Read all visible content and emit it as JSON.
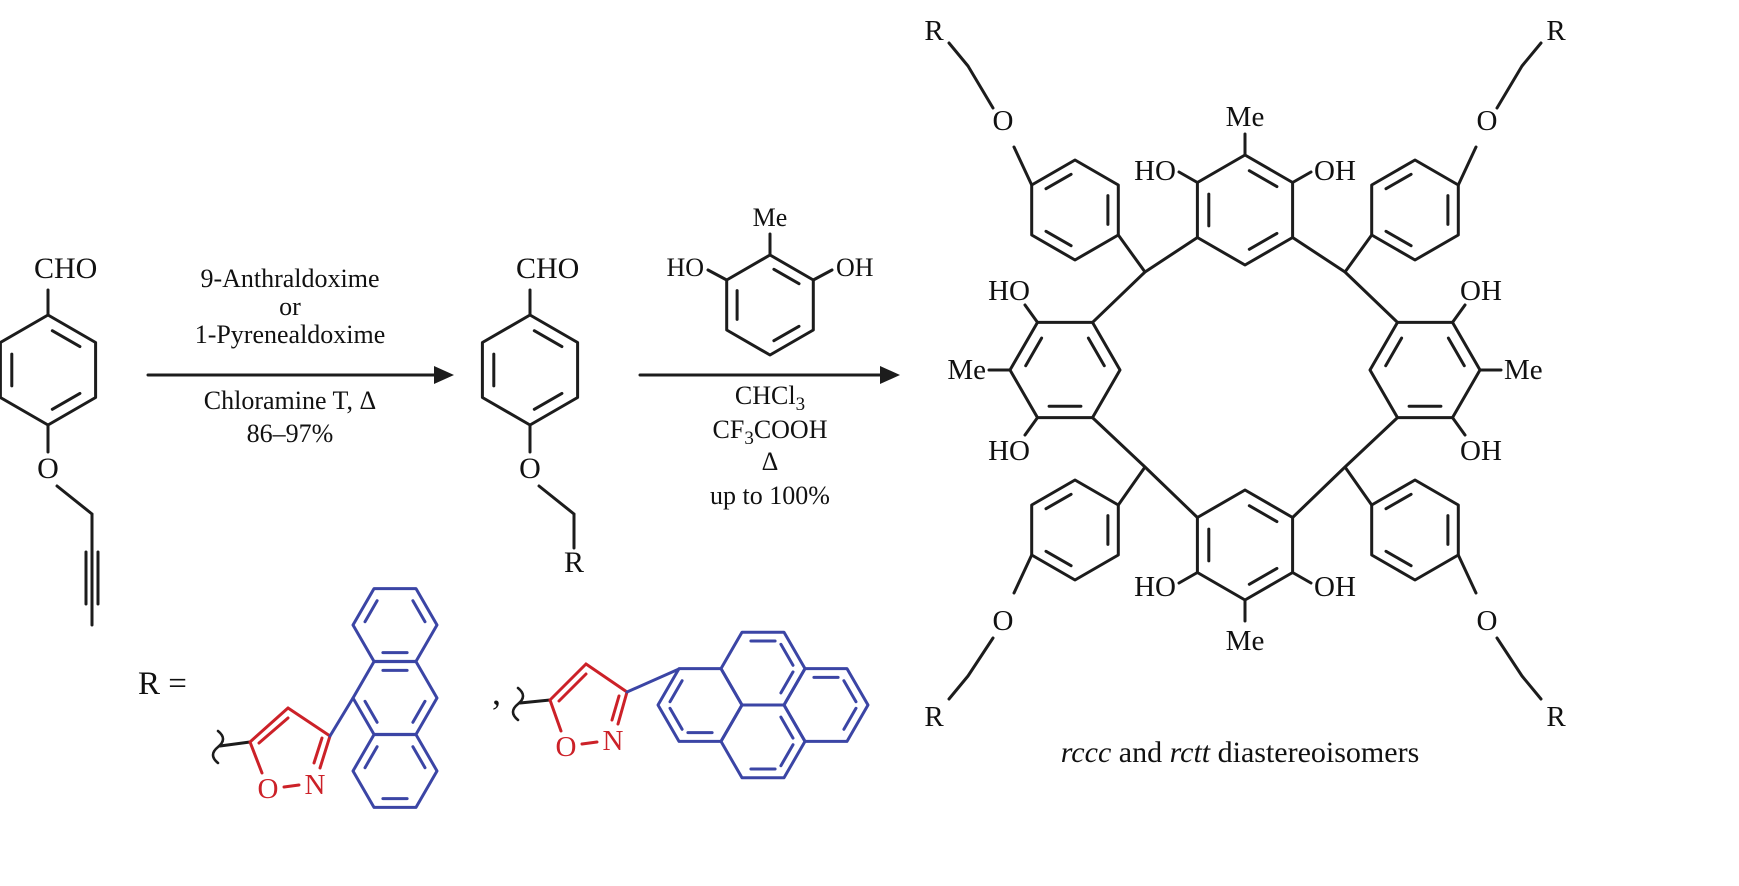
{
  "scheme": {
    "colors": {
      "bond": "#1c1c1c",
      "isoxazole_red": "#cc2128",
      "aryl_blue": "#3b45a5"
    },
    "start_material": {
      "cho": "CHO",
      "o": "O"
    },
    "step1": {
      "above1": "9-Anthraldoxime",
      "above2": "or",
      "above3": "1-Pyrenealdoxime",
      "below1": "Chloramine T, Δ",
      "below2": "86–97%"
    },
    "intermediate": {
      "cho": "CHO",
      "o": "O",
      "r": "R"
    },
    "step2": {
      "reagent_me": "Me",
      "reagent_ho": "HO",
      "reagent_oh": "OH",
      "solvent_main": "CHCl",
      "solvent_sub": "3",
      "acid_pre": "CF",
      "acid_sub": "3",
      "acid_post": "COOH",
      "delta": "Δ",
      "yield": "up to 100%"
    },
    "product": {
      "me": "Me",
      "ho": "HO",
      "oh": "OH",
      "o": "O",
      "r": "R",
      "caption_rccc": "rccc",
      "caption_and": " and ",
      "caption_rctt": "rctt",
      "caption_rest": " diastereoisomers"
    },
    "r_definition": {
      "label": "R =",
      "separator": ",",
      "isoxazole_o": "O",
      "isoxazole_n": "N"
    }
  }
}
